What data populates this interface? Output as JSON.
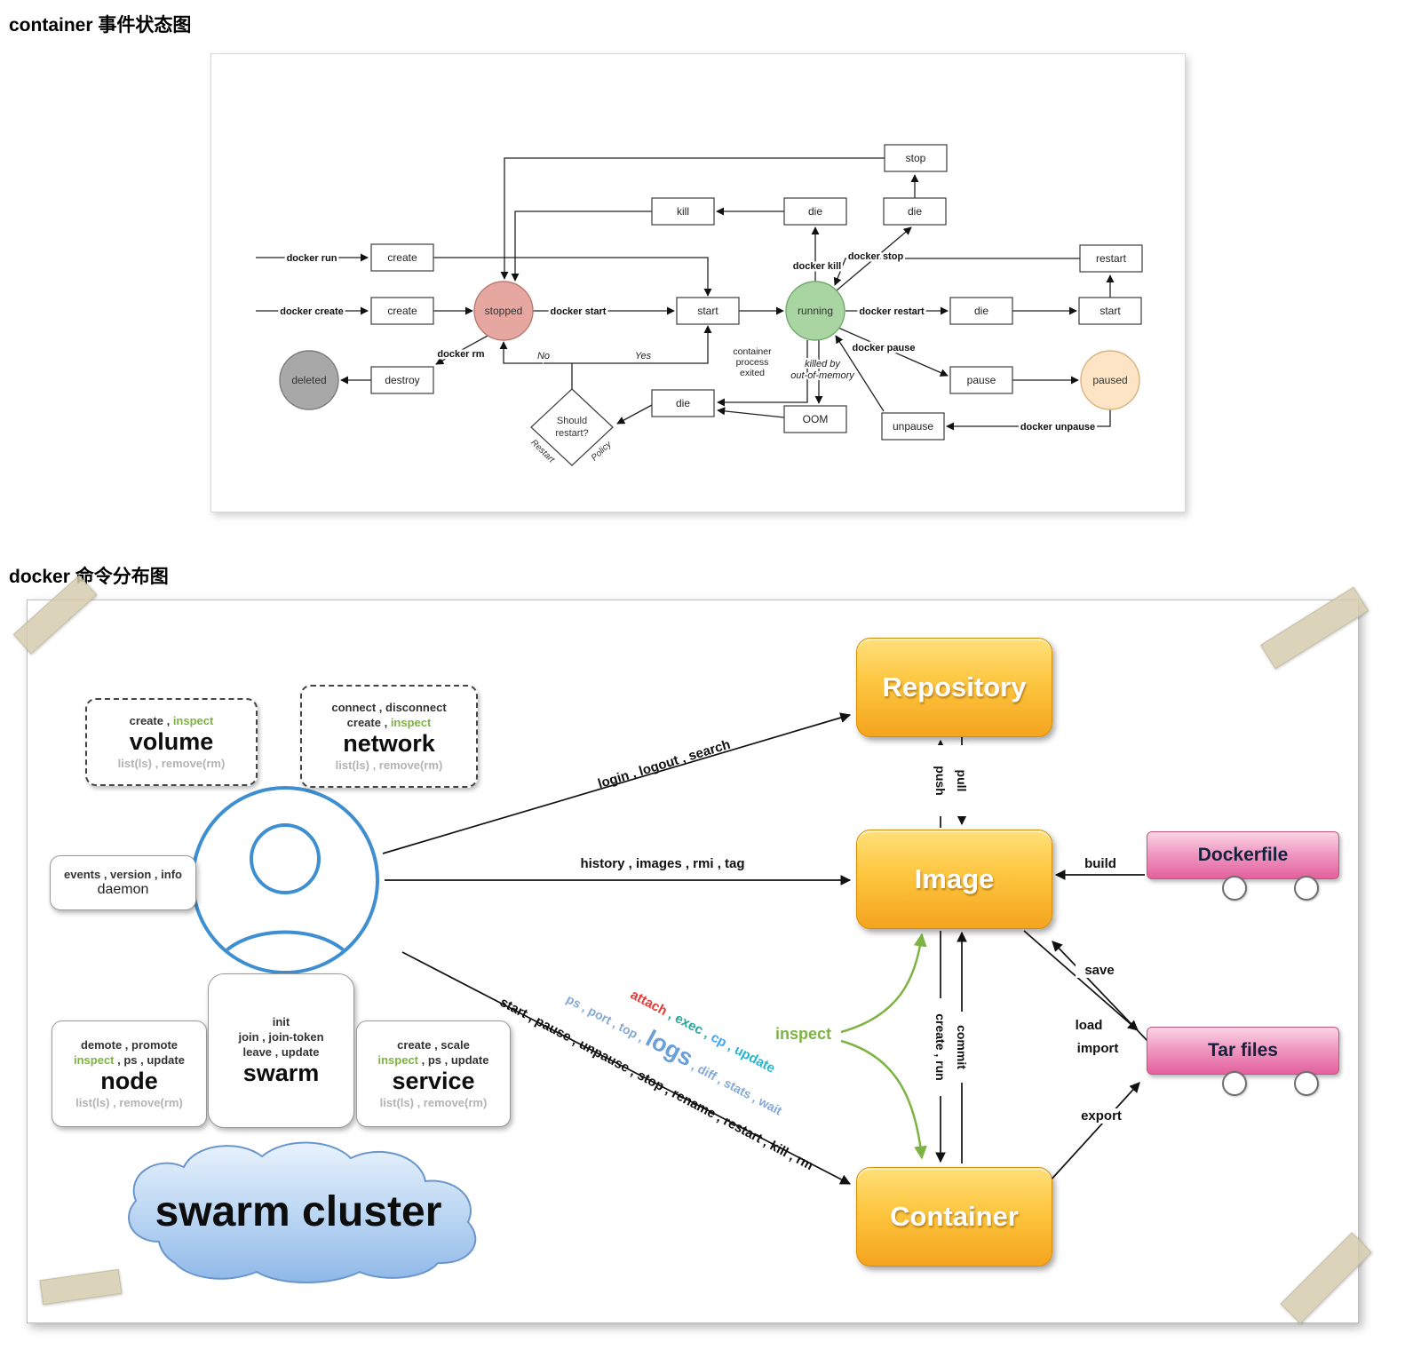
{
  "headings": {
    "state": "container 事件状态图",
    "commands": "docker 命令分布图"
  },
  "colors": {
    "stopped_circle": "#e5a79f",
    "running_circle": "#a8d5a2",
    "deleted_circle": "#a8a8a8",
    "paused_circle": "#fce4c4",
    "accent_green": "#7cb342",
    "gold_box": "#f5a41f",
    "pink_box": "#e4609e",
    "user_blue": "#3d8fd1",
    "cloud_blue": "#9cc3ee",
    "cmd_blue": "#6b9fd8",
    "attach_red": "#e53935"
  },
  "state": {
    "nodes": {
      "stop": "stop",
      "kill": "kill",
      "die": "die",
      "create": "create",
      "restart": "restart",
      "start": "start",
      "destroy": "destroy",
      "pause": "pause",
      "oom": "OOM",
      "unpause": "unpause",
      "stopped": "stopped",
      "running": "running",
      "deleted": "deleted",
      "paused": "paused",
      "should_line1": "Should",
      "should_line2": "restart?"
    },
    "edges": {
      "docker_run": "docker run",
      "docker_create": "docker create",
      "docker_start": "docker start",
      "docker_kill": "docker kill",
      "docker_stop": "docker stop",
      "docker_restart": "docker restart",
      "docker_pause": "docker pause",
      "docker_rm": "docker rm",
      "docker_unpause": "docker unpause",
      "no": "No",
      "yes": "Yes",
      "cpe1": "container",
      "cpe2": "process",
      "cpe3": "exited",
      "killed1": "killed by",
      "killed2": "out-of-memory",
      "restart_policy1": "Restart",
      "restart_policy2": "Policy"
    }
  },
  "commands": {
    "volume": {
      "l1a": "create , ",
      "l1b": "inspect",
      "title": "volume",
      "l3": "list(ls) , remove(rm)"
    },
    "network": {
      "l1": "connect , disconnect",
      "l2a": "create , ",
      "l2b": "inspect",
      "title": "network",
      "l4": "list(ls) , remove(rm)"
    },
    "daemon": {
      "l1": "events , version , info",
      "title": "daemon"
    },
    "node": {
      "l1": "demote , promote",
      "l2a": "inspect",
      "l2b": " , ps , update",
      "title": "node",
      "l4": "list(ls) , remove(rm)"
    },
    "swarm": {
      "l1": "init",
      "l2": "join , join-token",
      "l3": "leave , update",
      "title": "swarm"
    },
    "service": {
      "l1": "create , scale",
      "l2a": "inspect",
      "l2b": " , ps , update",
      "title": "service",
      "l4": "list(ls) , remove(rm)"
    },
    "cloud": "swarm cluster",
    "repository": "Repository",
    "image": "Image",
    "container": "Container",
    "dockerfile": "Dockerfile",
    "tarfiles": "Tar files",
    "arrows": {
      "user_repository": "login , logout , search",
      "user_image": "history , images , rmi , tag",
      "black_row": "start , pause , unpause , stop , rename , restart , kill , rm",
      "attach": "attach",
      "exec": " , exec , ",
      "cp": "cp",
      "update": " , update",
      "blue1": "ps , port , top , ",
      "logs": "logs",
      "blue2": " , diff , stats , wait",
      "push": "push",
      "pull": "pull",
      "create_run": "create , run",
      "commit": "commit",
      "inspect": "inspect",
      "build": "build",
      "save": "save",
      "load": "load",
      "import": "import",
      "export": "export"
    }
  }
}
